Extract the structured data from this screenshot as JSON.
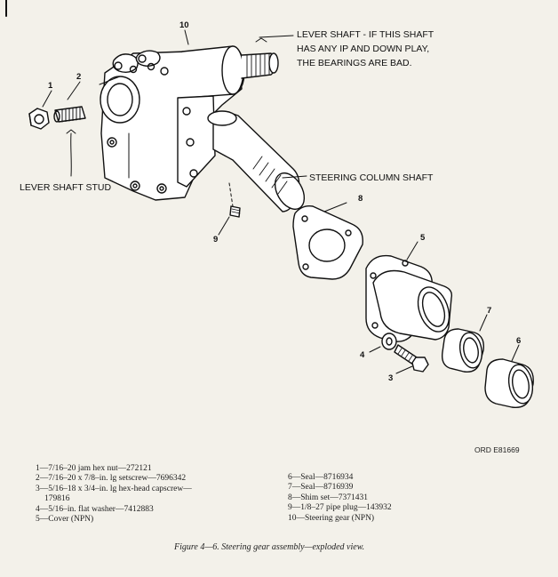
{
  "annotations": {
    "lever_shaft_note_line1": "LEVER SHAFT - IF THIS SHAFT",
    "lever_shaft_note_line2": "HAS ANY IP AND DOWN PLAY,",
    "lever_shaft_note_line3": "THE BEARINGS ARE BAD.",
    "lever_shaft_stud": "LEVER SHAFT STUD",
    "steering_column_shaft": "STEERING COLUMN SHAFT"
  },
  "callouts": [
    "1",
    "2",
    "3",
    "4",
    "5",
    "6",
    "7",
    "8",
    "9",
    "10"
  ],
  "legend_left": [
    "1—7/16–20 jam hex nut—272121",
    "2—7/16–20 x 7/8–in. lg setscrew—7696342",
    "3—5/16–18 x 3/4–in. lg hex-head capscrew—",
    "179816",
    "4—5/16–in. flat washer—7412883",
    "5—Cover (NPN)"
  ],
  "legend_right": [
    "6—Seal—8716934",
    "7—Seal—8716939",
    "8—Shim set—7371431",
    "9—1/8–27 pipe plug—143932",
    "10—Steering gear (NPN)"
  ],
  "ord_number": "ORD E81669",
  "caption": "Figure 4—6. Steering gear assembly—exploded view."
}
